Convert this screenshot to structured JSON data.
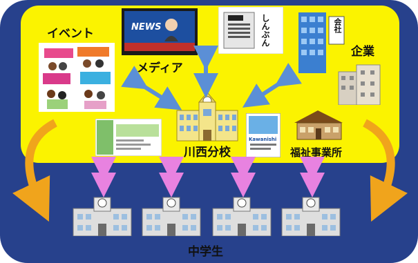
{
  "labels": {
    "event": "イベント",
    "media": "メディア",
    "newspaper": "しんぶん",
    "company": "企業",
    "company_sign": "会社",
    "kawanishi_school": "川西分校",
    "welfare": "福祉事業所",
    "students": "中学生",
    "news_banner": "NEWS",
    "pamphlet": "Kawanishi"
  },
  "colors": {
    "outer_bg": "#27418c",
    "inner_bg": "#fbf300",
    "arrow_blue": "#5b8fd6",
    "arrow_pink": "#e882e0",
    "arrow_orange": "#f0a41c"
  }
}
